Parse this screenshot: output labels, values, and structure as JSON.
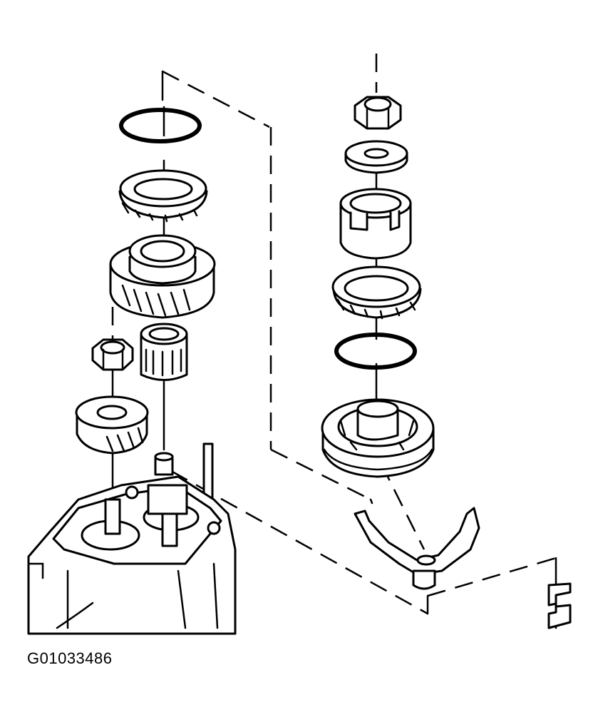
{
  "figure": {
    "id_label": "G01033486"
  },
  "colors": {
    "line": "#000000",
    "background": "#ffffff"
  },
  "parts": {
    "left_stack": [
      "snap-ring",
      "synchronizer-ring",
      "helical-gear",
      "needle-bearing",
      "nut",
      "small-gear",
      "shaft"
    ],
    "right_stack": [
      "nut",
      "washer",
      "hub-sleeve",
      "synchronizer-ring",
      "snap-ring",
      "synchronizer-assembly",
      "shift-fork",
      "clip"
    ]
  }
}
